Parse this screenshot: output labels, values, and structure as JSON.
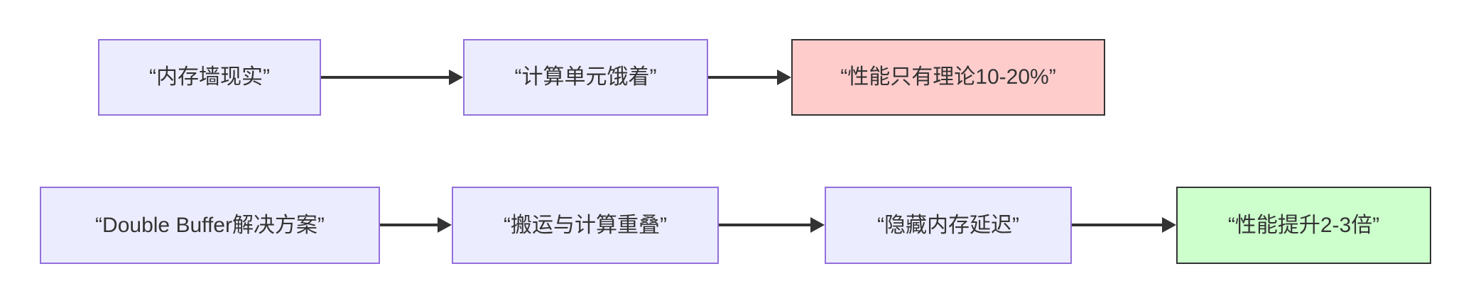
{
  "diagram": {
    "type": "flowchart-lr",
    "rows": [
      {
        "name": "problem-chain",
        "nodes": [
          {
            "id": "A",
            "label": "“内存墙现实”",
            "kind": "default"
          },
          {
            "id": "B",
            "label": "“计算单元饿着”",
            "kind": "default"
          },
          {
            "id": "C",
            "label": "“性能只有理论10-20%”",
            "kind": "problem"
          }
        ],
        "edges": [
          {
            "from": "A",
            "to": "B"
          },
          {
            "from": "B",
            "to": "C"
          }
        ]
      },
      {
        "name": "solution-chain",
        "nodes": [
          {
            "id": "D",
            "label": "“Double Buffer解决方案”",
            "kind": "default"
          },
          {
            "id": "E",
            "label": "“搬运与计算重叠”",
            "kind": "default"
          },
          {
            "id": "F",
            "label": "“隐藏内存延迟”",
            "kind": "default"
          },
          {
            "id": "G",
            "label": "“性能提升2-3倍”",
            "kind": "success"
          }
        ],
        "edges": [
          {
            "from": "D",
            "to": "E"
          },
          {
            "from": "E",
            "to": "F"
          },
          {
            "from": "F",
            "to": "G"
          }
        ]
      }
    ]
  },
  "colors": {
    "page_bg": "#ffffff",
    "node_fill": "#ECECFF",
    "node_stroke": "#9370DB",
    "problem_fill": "#FFCCCC",
    "success_fill": "#CCFFCC",
    "strong_stroke": "#333333",
    "edge_color": "#333333",
    "text_color": "#333333"
  }
}
